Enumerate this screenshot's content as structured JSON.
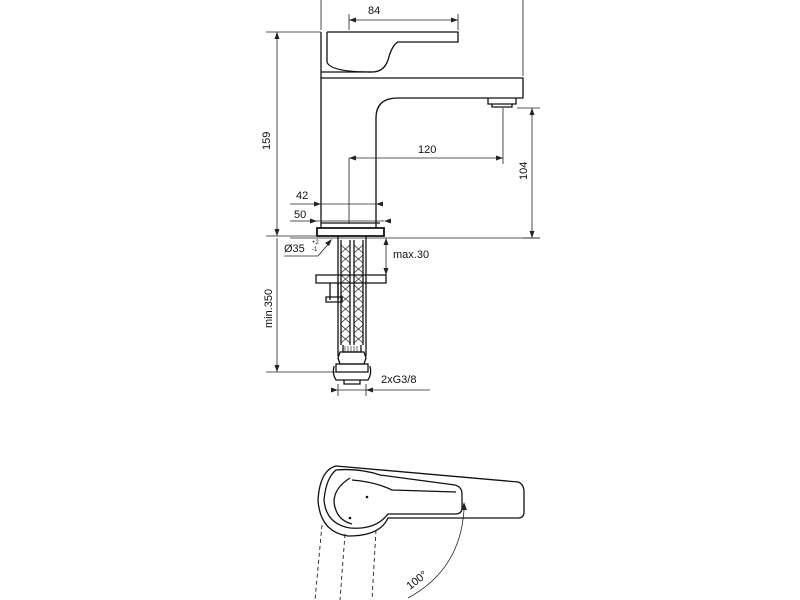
{
  "dimensions": {
    "spout_lever_width": "84",
    "total_height": "159",
    "reach": "120",
    "spout_height": "104",
    "inner_width": "42",
    "base_width": "50",
    "hole_diameter": "Ø35",
    "hole_tolerance_plus": "+2",
    "hole_tolerance_minus": "-1",
    "max_deck_thickness": "max.30",
    "hose_length": "min.350",
    "connection": "2xG3/8",
    "handle_rotation": "100°"
  }
}
